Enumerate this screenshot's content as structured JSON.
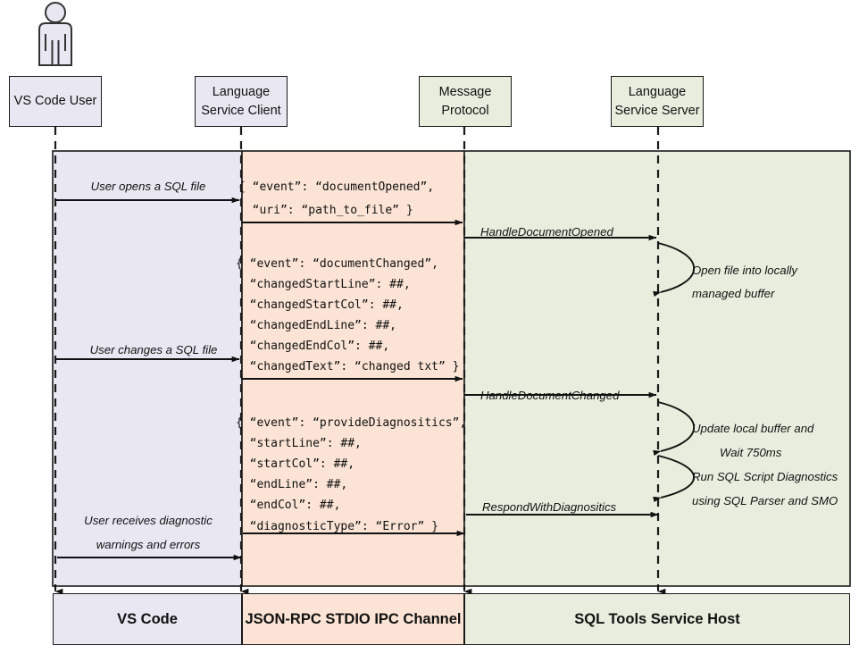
{
  "diagram": {
    "title": "VS Code SQL Tools language service sequence diagram",
    "colors": {
      "band_client": "#e9e7f1",
      "band_protocol": "#fbe4d5",
      "band_server": "#e8eede",
      "stroke": "#1a1a1a"
    }
  },
  "actor": {
    "name": "vs-code-user-actor"
  },
  "participants": [
    {
      "line1": "VS Code User",
      "line2": "",
      "fill": "purple"
    },
    {
      "line1": "Language",
      "line2": "Service Client",
      "fill": "purple"
    },
    {
      "line1": "Message",
      "line2": "Protocol",
      "fill": "green"
    },
    {
      "line1": "Language",
      "line2": "Service Server",
      "fill": "green"
    }
  ],
  "messages": {
    "user_opens": "User opens a SQL file",
    "user_changes": "User changes a SQL file",
    "user_receives_l1": "User receives diagnostic",
    "user_receives_l2": "warnings and errors",
    "handle_document_opened": "HandleDocumentOpened",
    "handle_document_changed": "HandleDocumentChanged",
    "respond_with_diagnostics": "RespondWithDiagnositics"
  },
  "self_notes": [
    {
      "l1": "Open file into locally",
      "l2": "managed buffer"
    },
    {
      "l1": "Update local buffer and",
      "l2": "Wait 750ms"
    },
    {
      "l1": "Run SQL Script Diagnostics",
      "l2": "using SQL Parser and SMO"
    }
  ],
  "payloads": {
    "document_opened": [
      "{ “event”: “documentOpened”,",
      "  “uri”: “path_to_file” }"
    ],
    "document_changed": [
      "{ “event”: “documentChanged”,",
      "  “changedStartLine”: ##,",
      "  “changedStartCol”: ##,",
      "  “changedEndLine”: ##,",
      "  “changedEndCol”: ##,",
      "  “changedText”: “changed txt” }"
    ],
    "provide_diagnostics": [
      "{ “event”: “provideDiagnositics”,",
      "  “startLine”: ##,",
      "  “startCol”: ##,",
      "  “endLine”: ##,",
      "  “endCol”: ##,",
      "  “diagnosticType”: “Error” }"
    ]
  },
  "footer": {
    "vs_code": "VS Code",
    "ipc": "JSON-RPC STDIO IPC Channel",
    "host": "SQL Tools Service Host"
  }
}
